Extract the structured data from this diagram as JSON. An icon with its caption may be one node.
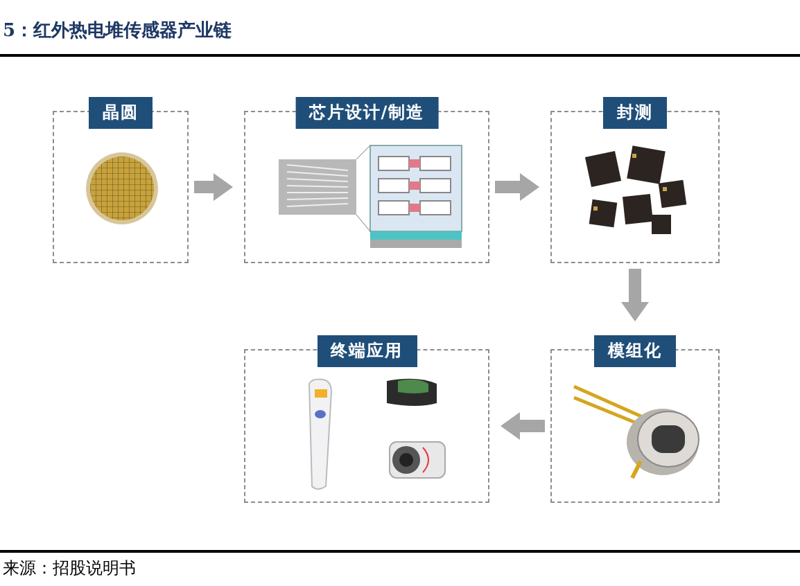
{
  "diagram": {
    "title": "5：红外热电堆传感器产业链",
    "nodes": [
      {
        "text": [
          "晶圆"
        ]
      },
      {
        "text": [
          "芯片设计/制造"
        ]
      },
      {
        "text": [
          "封测"
        ]
      },
      {
        "text": [
          "模组化"
        ]
      },
      {
        "text": [
          "终端应用"
        ]
      }
    ],
    "edges": [
      {
        "from": 0,
        "to": 1,
        "arrow": "to"
      },
      {
        "from": 1,
        "to": 2,
        "arrow": "to"
      },
      {
        "from": 2,
        "to": 3,
        "arrow": "to"
      },
      {
        "from": 3,
        "to": 4,
        "arrow": "to"
      }
    ],
    "caption": "来源：招股说明书"
  }
}
